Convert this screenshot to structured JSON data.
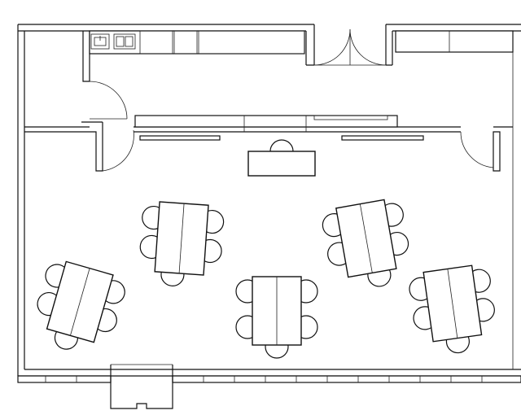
{
  "plan": {
    "title": "",
    "background": "#ffffff",
    "line_color": "#111111"
  },
  "elements": {
    "kitchen_counter": "kitchen-counter",
    "sink": "sink-icon",
    "teacher_desk": "teacher-desk",
    "whiteboard": "whiteboard",
    "entry_door": "entry-door",
    "double_door": "double-door",
    "table_groups": [
      "group-1",
      "group-2",
      "group-3",
      "group-4",
      "group-5"
    ]
  }
}
